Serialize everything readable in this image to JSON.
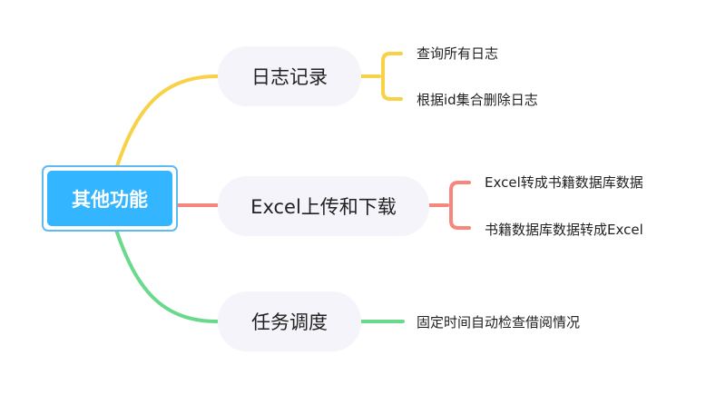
{
  "root": {
    "label": "其他功能"
  },
  "branches": [
    {
      "label": "日志记录",
      "color": "#f8d147",
      "leaves": [
        "查询所有日志",
        "根据id集合删除日志"
      ]
    },
    {
      "label": "Excel上传和下载",
      "color": "#f5877d",
      "leaves": [
        "Excel转成书籍数据库数据",
        "书籍数据库数据转成Excel"
      ]
    },
    {
      "label": "任务调度",
      "color": "#6bd98c",
      "leaves": [
        "固定时间自动检查借阅情况"
      ]
    }
  ]
}
